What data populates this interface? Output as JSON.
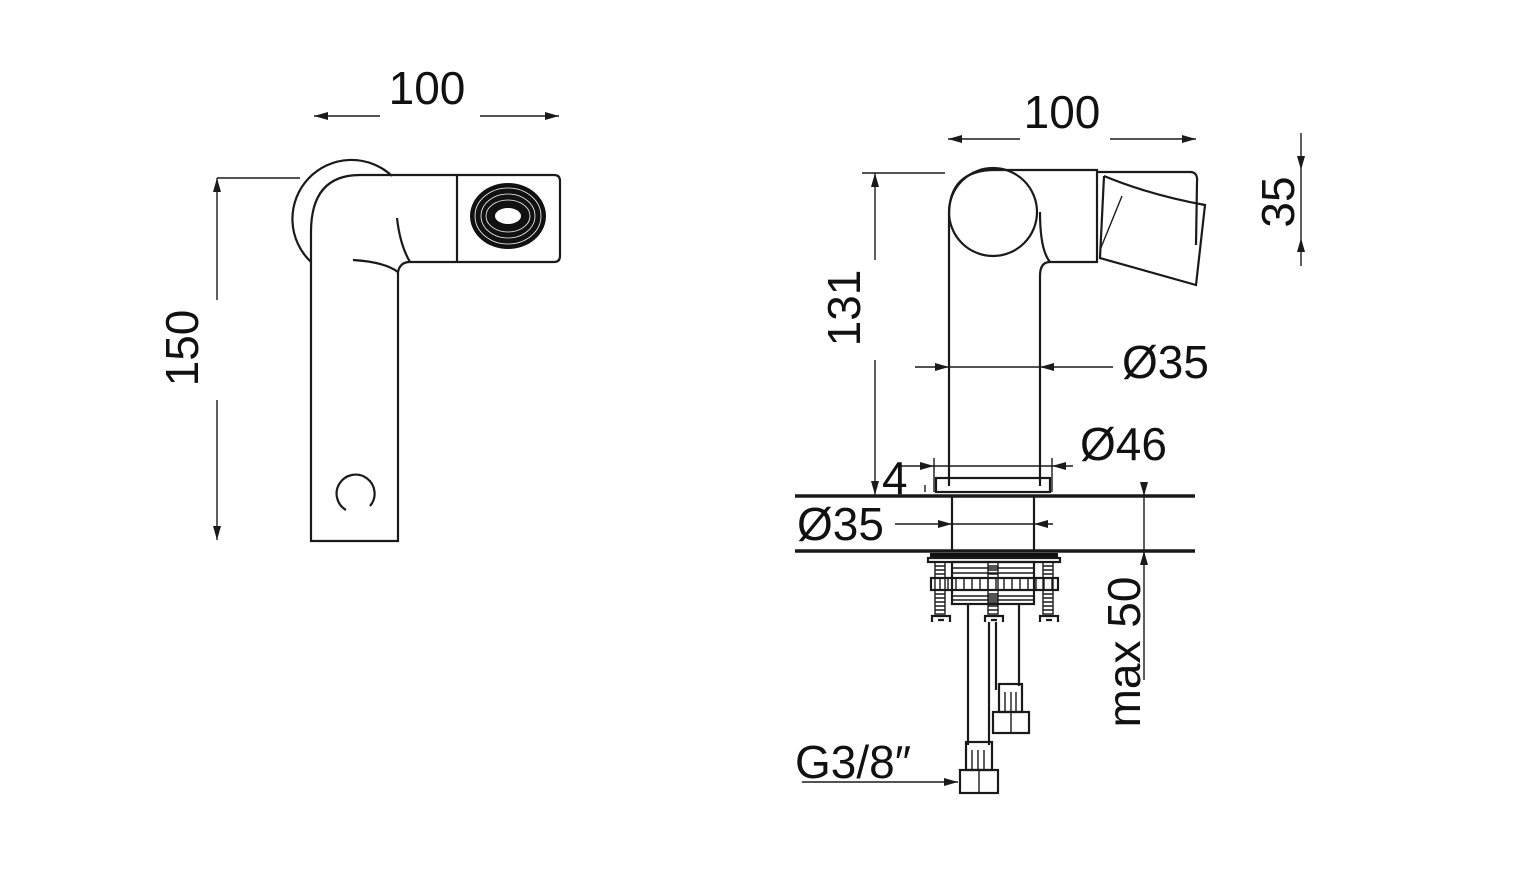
{
  "drawing": {
    "side_view": {
      "width_label": "100",
      "height_label": "150"
    },
    "front_view": {
      "width_label": "100",
      "spout_height_label": "35",
      "body_height_label": "131",
      "body_diameter_label": "Ø35",
      "base_diameter_label": "Ø46",
      "base_thickness_label": "4",
      "shank_diameter_label": "Ø35",
      "max_counter_label": "max 50",
      "connection_label": "G3/8″"
    },
    "colors": {
      "line": "#1a1a1a",
      "background": "#ffffff"
    }
  }
}
